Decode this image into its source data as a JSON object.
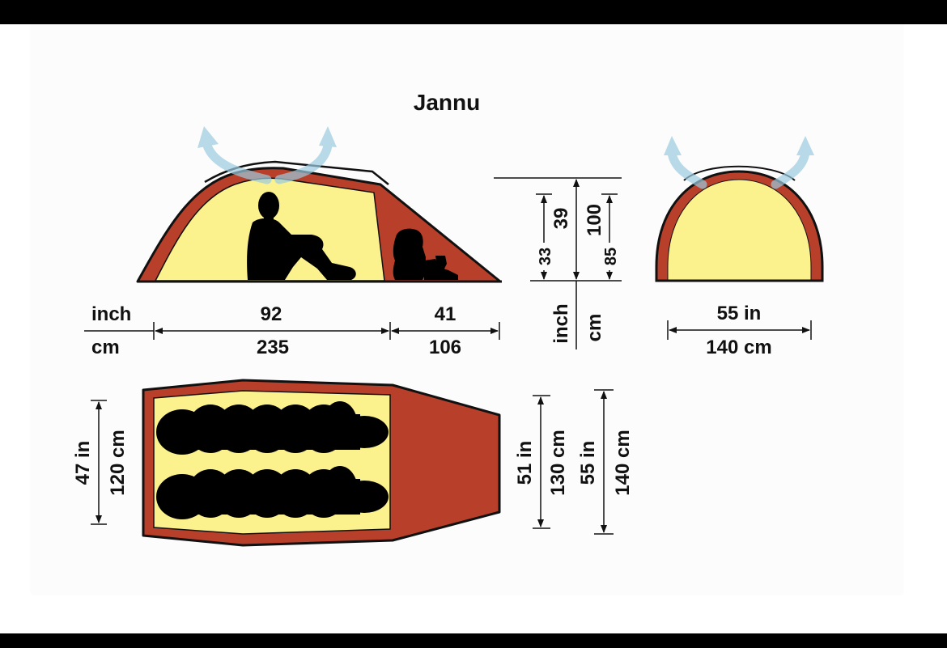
{
  "diagram": {
    "title": "Jannu",
    "colors": {
      "fly": "#b8402a",
      "inner": "#fbf18d",
      "outline": "#111111",
      "airflow": "#9ccbe0",
      "background": "#fcfcfc",
      "frame": "#000000"
    },
    "side_view": {
      "icons": [
        "airflow-arrow-icon",
        "seated-person-icon",
        "backpack-icon",
        "boots-icon"
      ],
      "length_units": {
        "inch_label": "inch",
        "cm_label": "cm"
      },
      "inner_length": {
        "inch": "92",
        "cm": "235"
      },
      "vestibule_length": {
        "inch": "41",
        "cm": "106"
      }
    },
    "height_scale": {
      "inch_label": "inch",
      "cm_label": "cm",
      "inner_height_inch": "33",
      "total_height_inch": "39",
      "total_height_cm": "100",
      "inner_height_cm": "85"
    },
    "front_view": {
      "icons": [
        "airflow-arrow-icon"
      ],
      "width_inch": "55 in",
      "width_cm": "140 cm"
    },
    "floor_plan": {
      "icons": [
        "sleeping-bag-icon",
        "sleeping-bag-icon"
      ],
      "inner_width_inch": "47 in",
      "inner_width_cm": "120 cm",
      "vestibule_end_inch": "51 in",
      "vestibule_end_cm": "130 cm",
      "max_width_inch": "55 in",
      "max_width_cm": "140 cm"
    }
  }
}
